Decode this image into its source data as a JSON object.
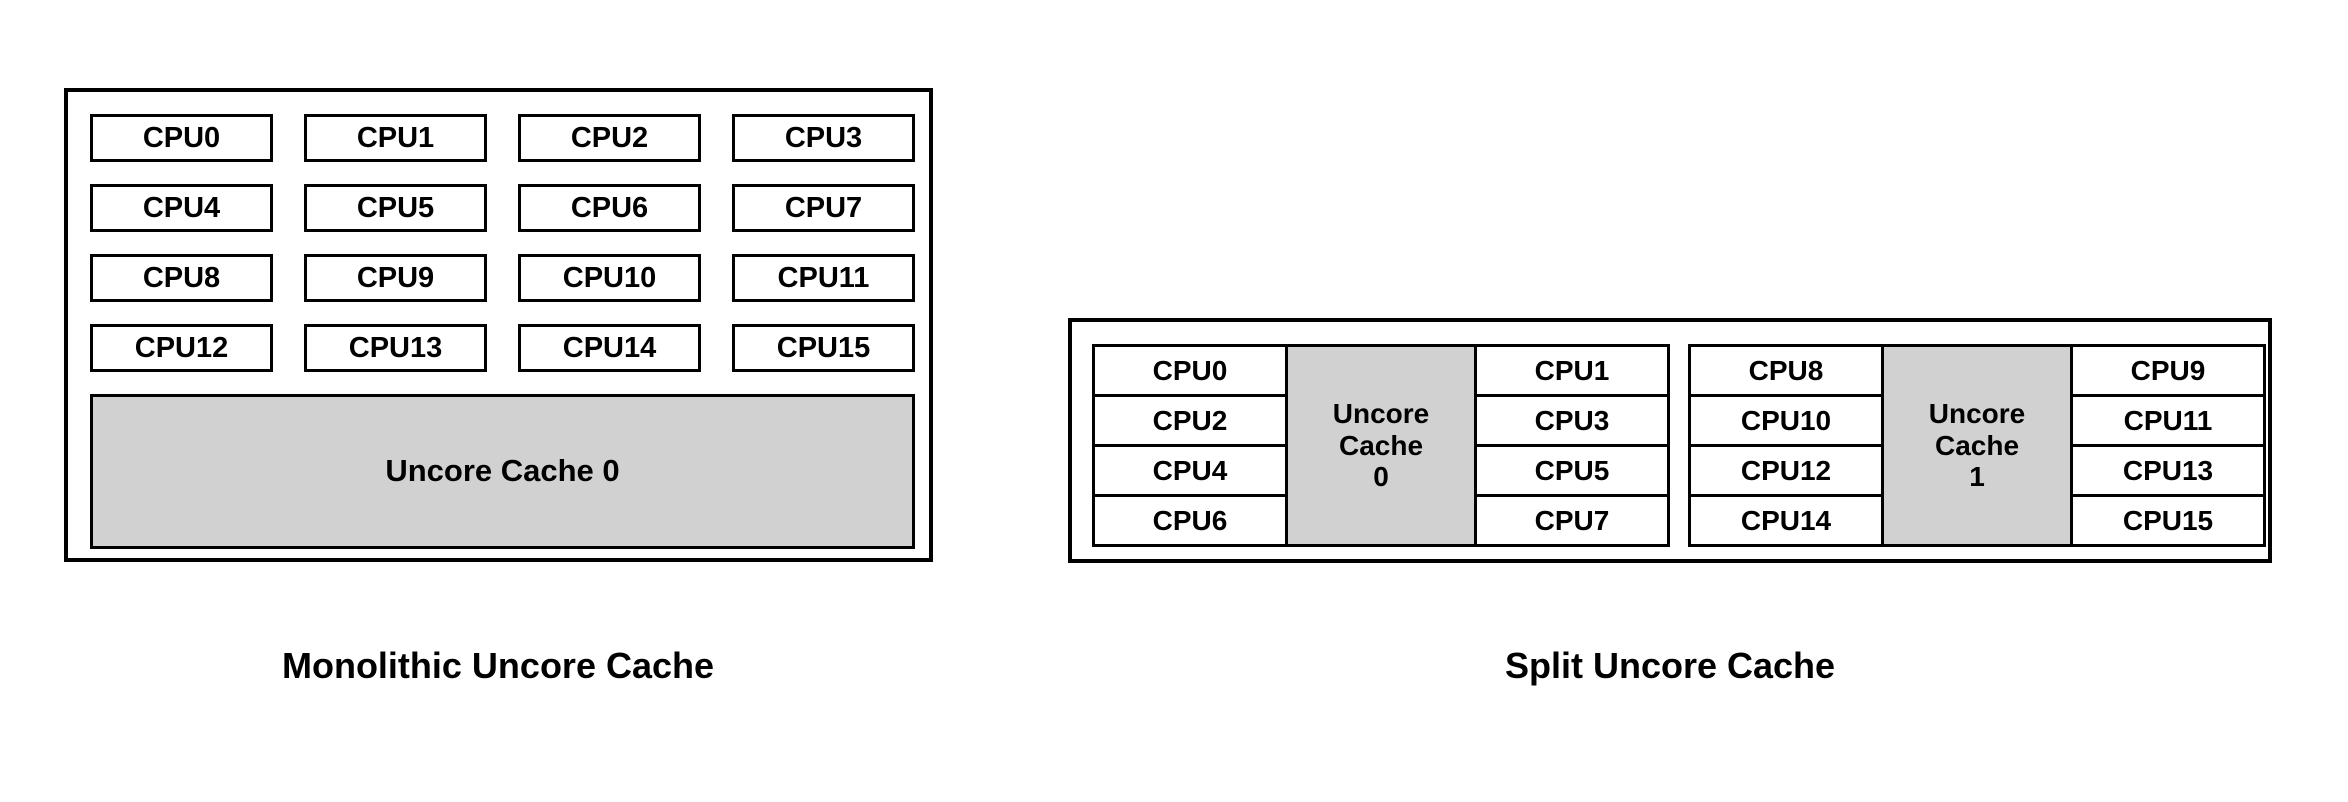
{
  "figure": {
    "colors": {
      "background": "#ffffff",
      "border": "#000000",
      "cache_fill": "#d1d1d1",
      "cpu_fill": "#ffffff",
      "text": "#000000"
    }
  },
  "monolithic": {
    "caption": "Monolithic Uncore Cache",
    "cpus": [
      "CPU0",
      "CPU1",
      "CPU2",
      "CPU3",
      "CPU4",
      "CPU5",
      "CPU6",
      "CPU7",
      "CPU8",
      "CPU9",
      "CPU10",
      "CPU11",
      "CPU12",
      "CPU13",
      "CPU14",
      "CPU15"
    ],
    "cache_label": "Uncore Cache 0"
  },
  "split": {
    "caption": "Split Uncore Cache",
    "groups": [
      {
        "left_cpus": [
          "CPU0",
          "CPU2",
          "CPU4",
          "CPU6"
        ],
        "cache_label": "Uncore\nCache\n0",
        "right_cpus": [
          "CPU1",
          "CPU3",
          "CPU5",
          "CPU7"
        ]
      },
      {
        "left_cpus": [
          "CPU8",
          "CPU10",
          "CPU12",
          "CPU14"
        ],
        "cache_label": "Uncore\nCache\n1",
        "right_cpus": [
          "CPU9",
          "CPU11",
          "CPU13",
          "CPU15"
        ]
      }
    ]
  }
}
